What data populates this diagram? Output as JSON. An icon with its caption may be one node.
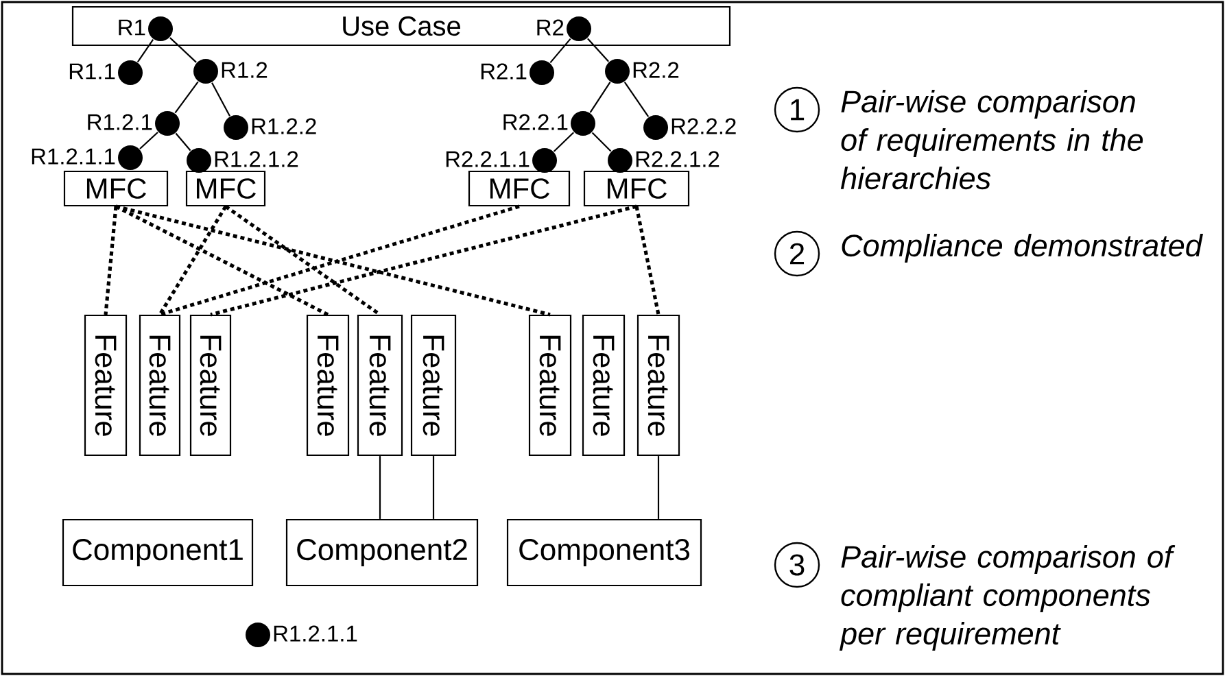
{
  "diagram": {
    "nodes": [
      {
        "text": [
          "Use Case"
        ]
      },
      {
        "text": [],
        "shape": "circle",
        "beside": [
          "R1"
        ],
        "in": 0
      },
      {
        "text": [],
        "shape": "circle",
        "beside": [
          "R1.1"
        ]
      },
      {
        "text": [],
        "shape": "circle",
        "beside": [
          "R1.2"
        ]
      },
      {
        "text": [],
        "shape": "circle",
        "beside": [
          "R1.2.1"
        ]
      },
      {
        "text": [],
        "shape": "circle",
        "beside": [
          "R1.2.2"
        ]
      },
      {
        "text": [],
        "shape": "circle",
        "beside": [
          "R1.2.1.1"
        ]
      },
      {
        "text": [],
        "shape": "circle",
        "beside": [
          "R1.2.1.2"
        ]
      },
      {
        "text": [],
        "shape": "circle",
        "beside": [
          "R2"
        ],
        "in": 0
      },
      {
        "text": [],
        "shape": "circle",
        "beside": [
          "R2.1"
        ]
      },
      {
        "text": [],
        "shape": "circle",
        "beside": [
          "R2.2"
        ]
      },
      {
        "text": [],
        "shape": "circle",
        "beside": [
          "R2.2.1"
        ]
      },
      {
        "text": [],
        "shape": "circle",
        "beside": [
          "R2.2.2"
        ]
      },
      {
        "text": [],
        "shape": "circle",
        "beside": [
          "R2.2.1.1"
        ]
      },
      {
        "text": [],
        "shape": "circle",
        "beside": [
          "R2.2.1.2"
        ]
      },
      {
        "text": [
          "MFC"
        ]
      },
      {
        "text": [
          "MFC"
        ]
      },
      {
        "text": [
          "MFC"
        ]
      },
      {
        "text": [
          "MFC"
        ]
      },
      {
        "text": [
          "Feature"
        ]
      },
      {
        "text": [
          "Feature"
        ]
      },
      {
        "text": [
          "Feature"
        ]
      },
      {
        "text": [
          "Feature"
        ]
      },
      {
        "text": [
          "Feature"
        ]
      },
      {
        "text": [
          "Feature"
        ]
      },
      {
        "text": [
          "Feature"
        ]
      },
      {
        "text": [
          "Feature"
        ]
      },
      {
        "text": [
          "Feature"
        ]
      },
      {
        "text": [
          "Component1"
        ]
      },
      {
        "text": [
          "Component2"
        ]
      },
      {
        "text": [
          "Component3"
        ]
      },
      {
        "text": [],
        "shape": "circle",
        "beside": [
          "R1.2.1.1"
        ]
      },
      {
        "text": [
          "1"
        ],
        "beside": [
          "Pair-wise comparison of requirements in the hierarchies"
        ]
      },
      {
        "text": [
          "2"
        ],
        "beside": [
          "Compliance demonstrated"
        ]
      },
      {
        "text": [
          "3"
        ],
        "beside": [
          "Pair-wise comparison of compliant components per requirement"
        ]
      }
    ],
    "edges": [
      {
        "from": 1,
        "to": 2,
        "arrow": "none"
      },
      {
        "from": 1,
        "to": 3,
        "arrow": "none"
      },
      {
        "from": 3,
        "to": 4,
        "arrow": "none"
      },
      {
        "from": 3,
        "to": 5,
        "arrow": "none"
      },
      {
        "from": 4,
        "to": 6,
        "arrow": "none"
      },
      {
        "from": 4,
        "to": 7,
        "arrow": "none"
      },
      {
        "from": 8,
        "to": 9,
        "arrow": "none"
      },
      {
        "from": 8,
        "to": 10,
        "arrow": "none"
      },
      {
        "from": 10,
        "to": 11,
        "arrow": "none"
      },
      {
        "from": 10,
        "to": 12,
        "arrow": "none"
      },
      {
        "from": 11,
        "to": 13,
        "arrow": "none"
      },
      {
        "from": 11,
        "to": 14,
        "arrow": "none"
      },
      {
        "from": 15,
        "to": 19,
        "arrow": "none",
        "style": "dashed"
      },
      {
        "from": 15,
        "to": 22,
        "arrow": "none",
        "style": "dashed"
      },
      {
        "from": 15,
        "to": 25,
        "arrow": "none",
        "style": "dashed"
      },
      {
        "from": 16,
        "to": 20,
        "arrow": "none",
        "style": "dashed"
      },
      {
        "from": 16,
        "to": 23,
        "arrow": "none",
        "style": "dashed"
      },
      {
        "from": 17,
        "to": 20,
        "arrow": "none",
        "style": "dashed"
      },
      {
        "from": 18,
        "to": 21,
        "arrow": "none",
        "style": "dashed"
      },
      {
        "from": 18,
        "to": 27,
        "arrow": "none",
        "style": "dashed"
      },
      {
        "from": 23,
        "to": 29,
        "arrow": "none"
      },
      {
        "from": 24,
        "to": 29,
        "arrow": "none"
      },
      {
        "from": 27,
        "to": 30,
        "arrow": "none"
      }
    ]
  }
}
